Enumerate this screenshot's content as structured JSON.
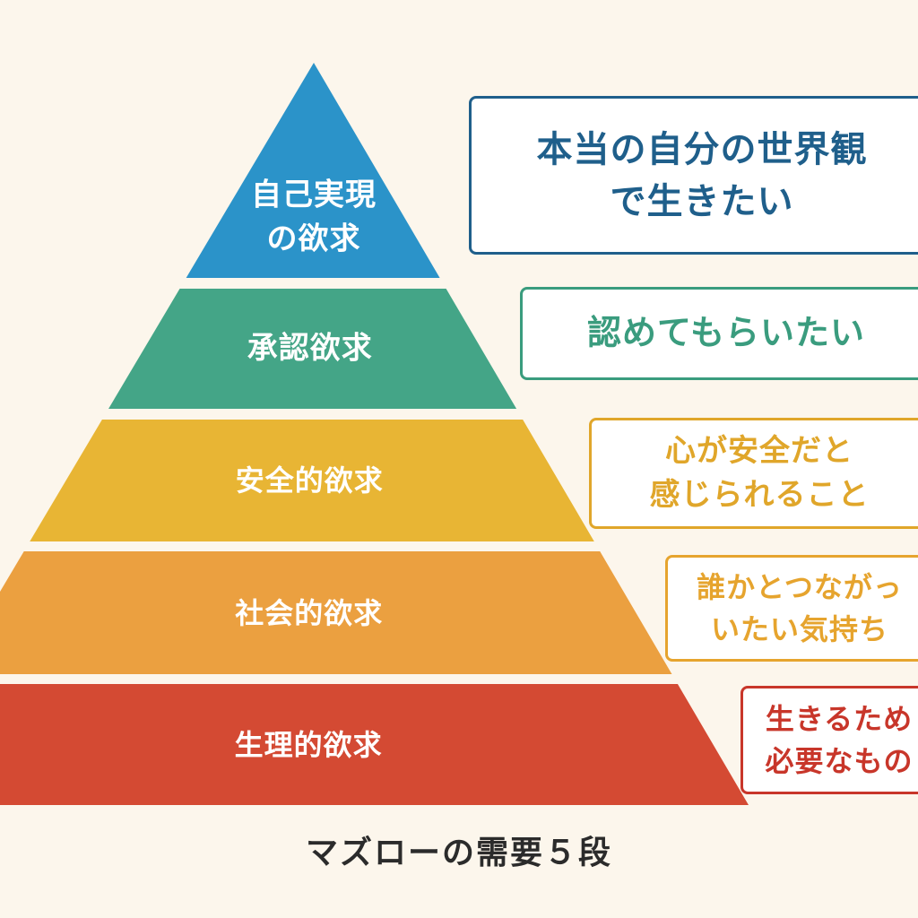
{
  "caption": "マズローの需要５段",
  "levels": [
    {
      "id": "self-actualization",
      "label_lines": [
        "自己実現",
        "の欲求"
      ],
      "color": "#2B93C9",
      "callout": {
        "lines": [
          "本当の自分の世界観",
          "で生きたい"
        ],
        "color": "#1F5F8B"
      }
    },
    {
      "id": "esteem",
      "label_lines": [
        "承認欲求"
      ],
      "color": "#44A587",
      "callout": {
        "lines": [
          "認めてもらいたい"
        ],
        "color": "#3A9C7E"
      }
    },
    {
      "id": "safety",
      "label_lines": [
        "安全的欲求"
      ],
      "color": "#E8B534",
      "callout": {
        "lines": [
          "心が安全だと",
          "感じられること"
        ],
        "color": "#E0A62A"
      }
    },
    {
      "id": "social",
      "label_lines": [
        "社会的欲求"
      ],
      "color": "#EBA040",
      "callout": {
        "lines": [
          "誰かとつながっ",
          "いたい気持ち"
        ],
        "color": "#E6A42E"
      }
    },
    {
      "id": "physiological",
      "label_lines": [
        "生理的欲求"
      ],
      "color": "#D44A33",
      "callout": {
        "lines": [
          "生きるため",
          "必要なもの"
        ],
        "color": "#C8362A"
      }
    }
  ]
}
